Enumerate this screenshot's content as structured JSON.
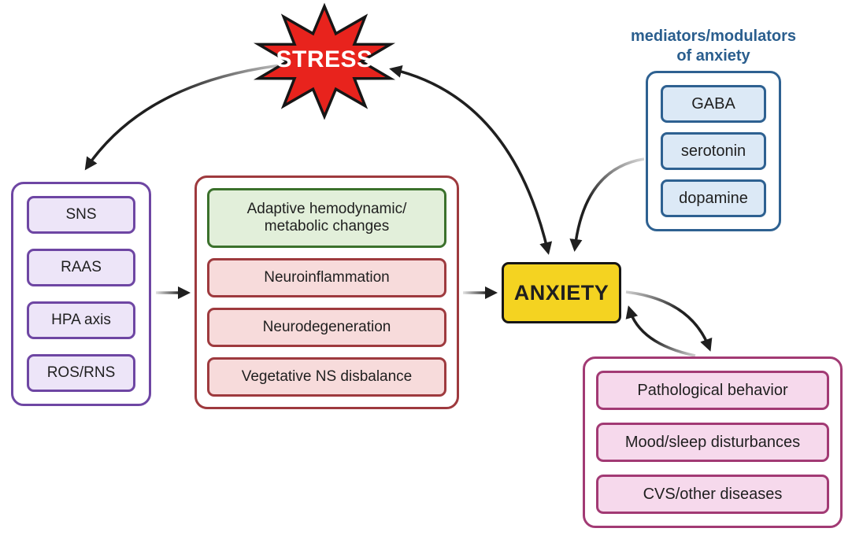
{
  "figure": {
    "background": "#ffffff"
  },
  "stress": {
    "label": "STRESS"
  },
  "stressors": {
    "items": [
      "SNS",
      "RAAS",
      "HPA axis",
      "ROS/RNS"
    ]
  },
  "consequences": {
    "adaptive_label": "Adaptive hemodynamic/\nmetabolic changes",
    "items": [
      "Neuroinflammation",
      "Neurodegeneration",
      "Vegetative NS disbalance"
    ]
  },
  "anxiety": {
    "label": "ANXIETY"
  },
  "mediators": {
    "title": "mediators/modulators\nof anxiety",
    "items": [
      "GABA",
      "serotonin",
      "dopamine"
    ]
  },
  "outcomes": {
    "items": [
      "Pathological behavior",
      "Mood/sleep disturbances",
      "CVS/other diseases"
    ]
  },
  "colors": {
    "background": "#ffffff",
    "ink": "#1f1f1f",
    "arrow": "#1f1f1f",
    "stress-fill": "#e8231d",
    "stress-text": "#ffffff",
    "purple-border": "#6e46a3",
    "purple-fill": "#ede5f8",
    "red-border": "#9e3a3e",
    "red-fill": "#f7dbdb",
    "green-border": "#3b712c",
    "green-fill": "#e2efda",
    "yellow-fill": "#f4d321",
    "blue-border": "#2e6191",
    "blue-fill": "#dce9f6",
    "blue-title": "#2a5e8e",
    "pink-border": "#a23a74",
    "pink-fill": "#f6d9ec"
  }
}
